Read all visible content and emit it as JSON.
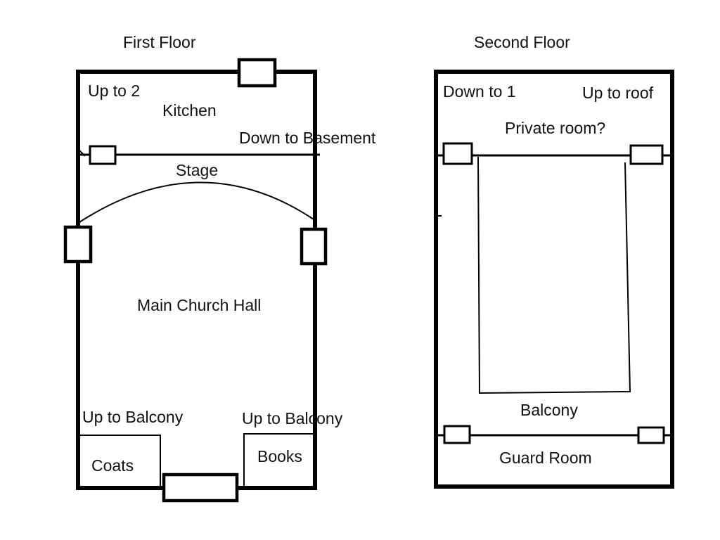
{
  "floors": {
    "first": {
      "title": "First Floor",
      "labels": {
        "up_to_2": "Up to 2",
        "kitchen": "Kitchen",
        "down_to_basement": "Down to Basement",
        "stage": "Stage",
        "main_hall": "Main Church Hall",
        "up_to_balcony_left": "Up to Balcony",
        "up_to_balcony_right": "Up to Balcony",
        "coats": "Coats",
        "books": "Books"
      }
    },
    "second": {
      "title": "Second Floor",
      "labels": {
        "down_to_1": "Down to 1",
        "up_to_roof": "Up to roof",
        "private_room": "Private room?",
        "balcony": "Balcony",
        "guard_room": "Guard Room"
      }
    }
  }
}
